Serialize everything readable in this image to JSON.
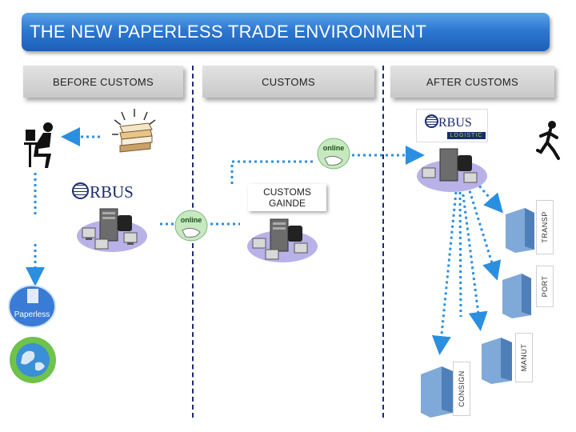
{
  "title": "THE NEW PAPERLESS TRADE ENVIRONMENT",
  "columns": [
    "BEFORE CUSTOMS",
    "CUSTOMS",
    "AFTER CUSTOMS"
  ],
  "customs_box": {
    "line1": "CUSTOMS",
    "line2": "GAINDE"
  },
  "orbus_logo_text": "RBUS",
  "orbus_logistic_text": "LOGISTIC",
  "online_badge": "online",
  "paperless_badge": "Paperless",
  "side_labels": [
    "TRANSP",
    "PORT",
    "MANUT",
    "CONSIGN"
  ],
  "colors": {
    "title_bg": "#2e78d2",
    "dashed_line": "#1b2a7a",
    "arrow_blue": "#2b8fe0"
  }
}
